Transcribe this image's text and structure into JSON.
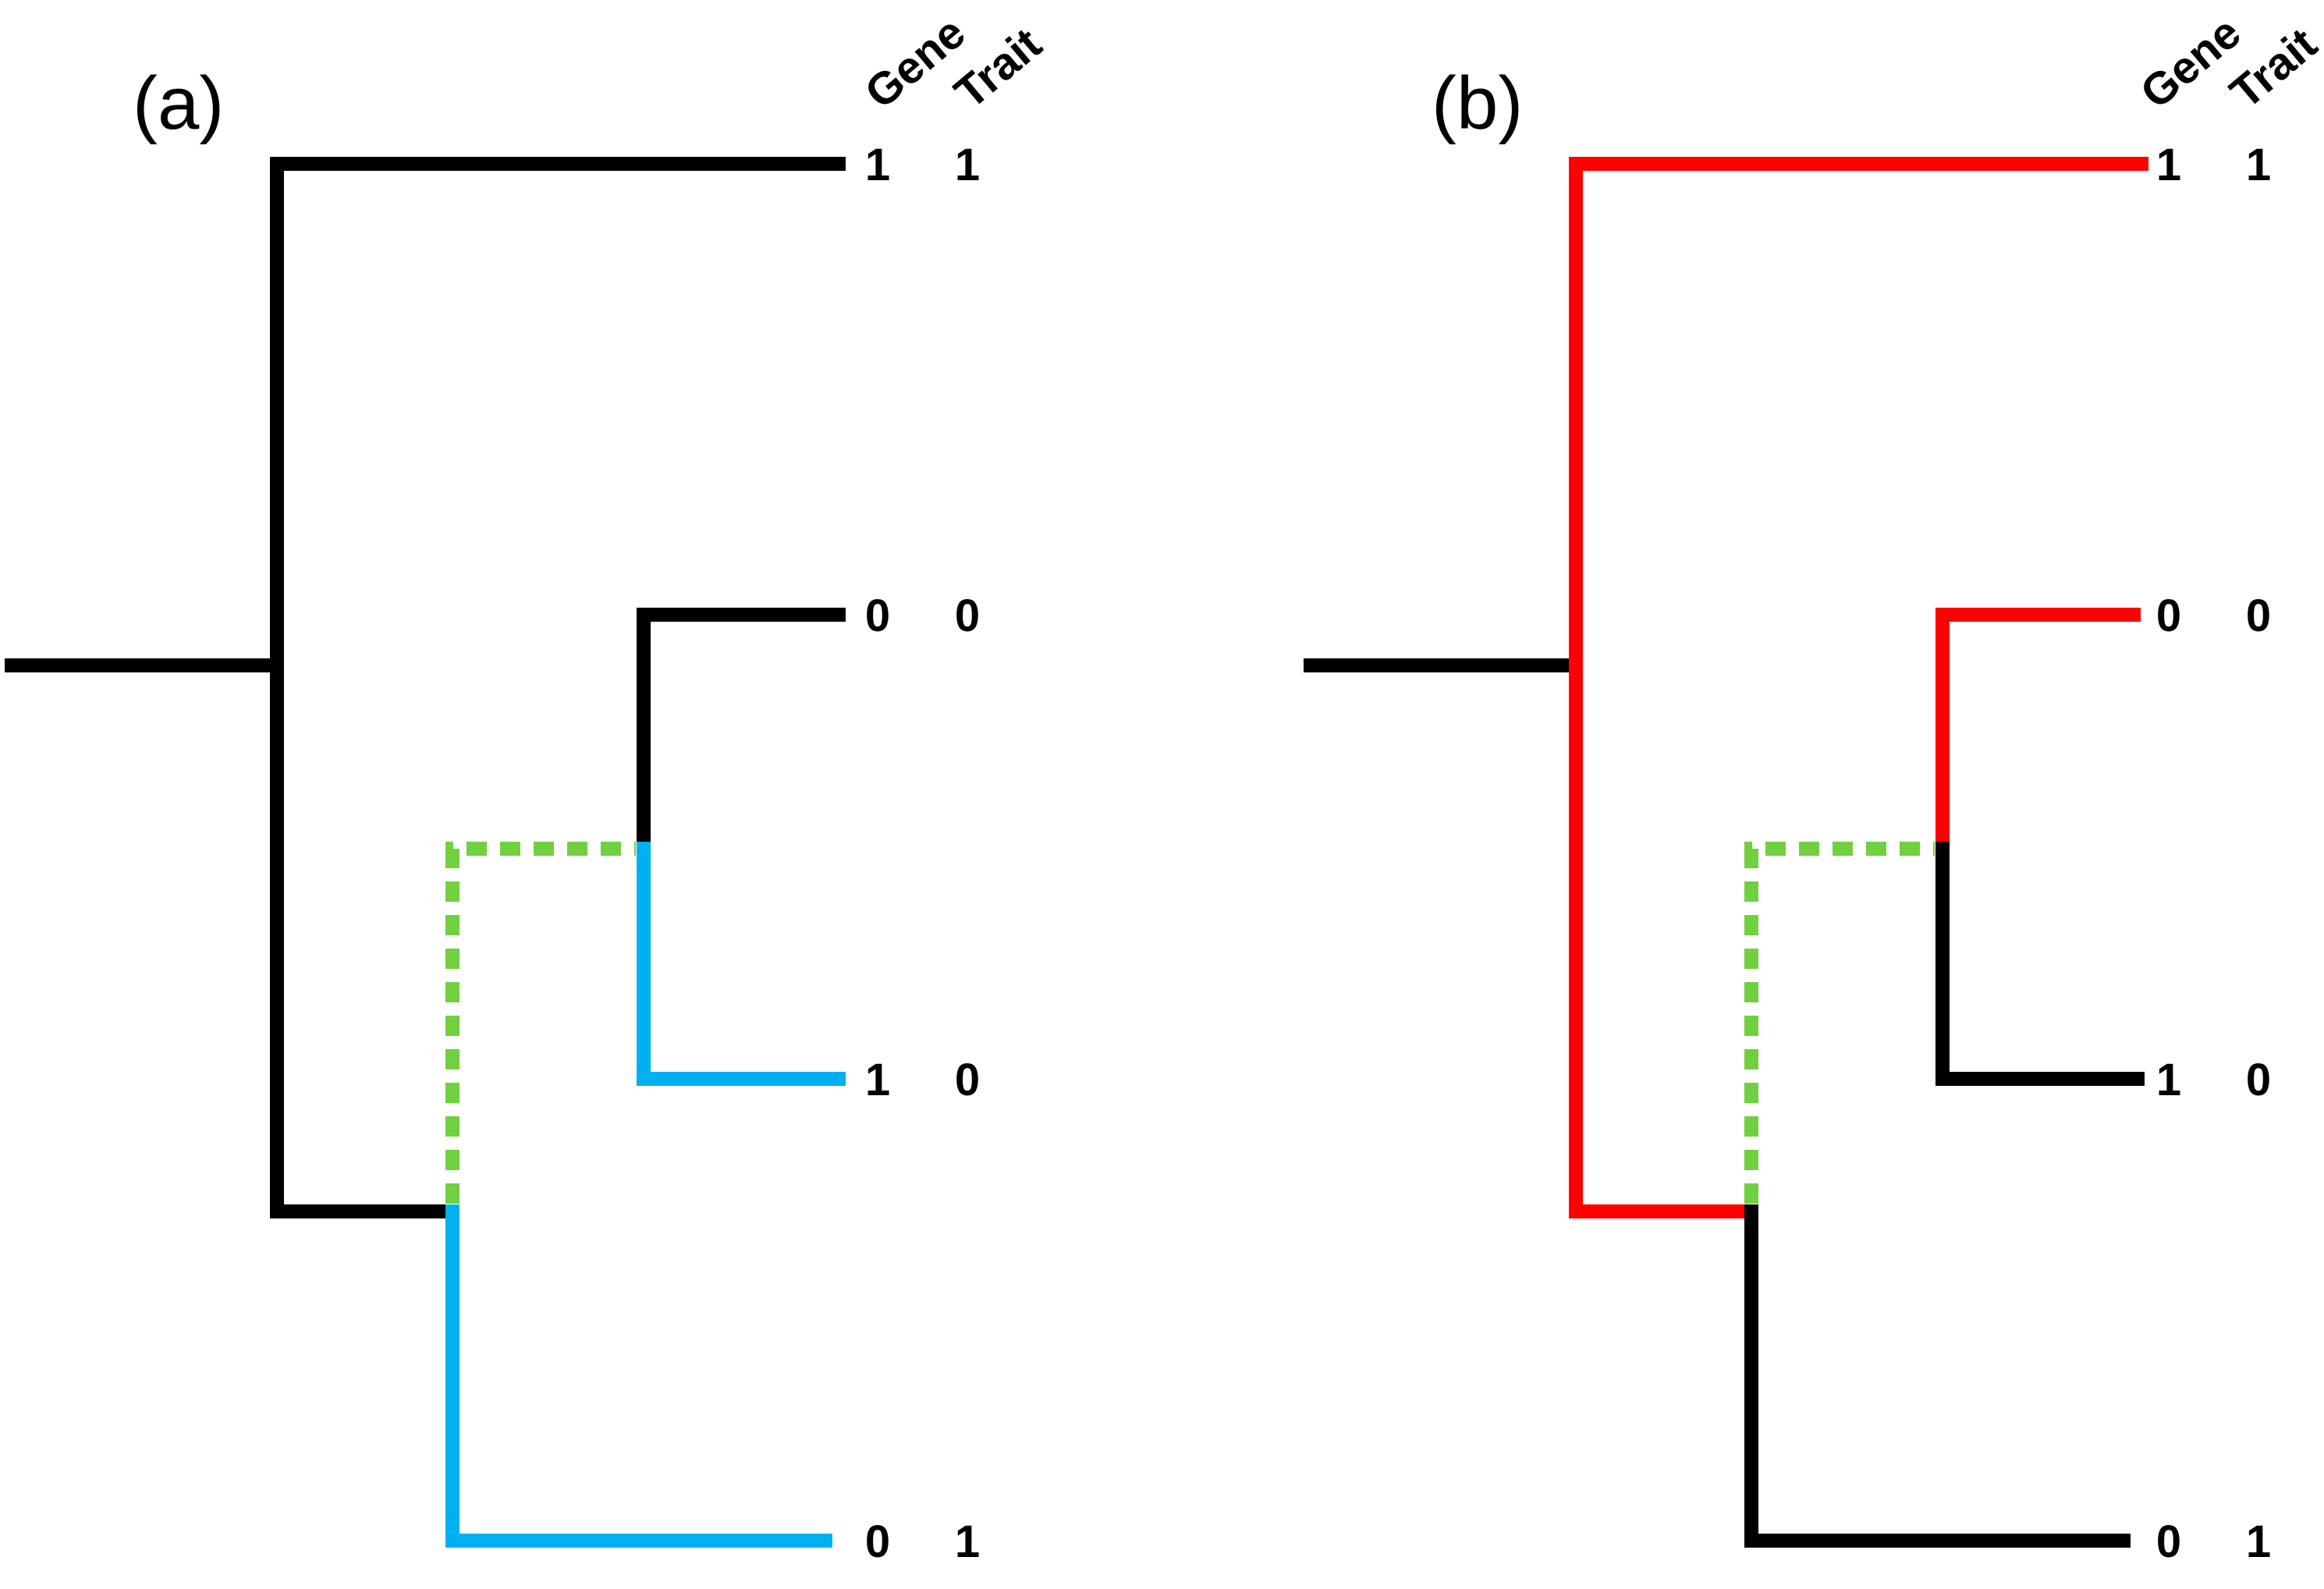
{
  "colors": {
    "black": "#000000",
    "blue": "#00b0f0",
    "red": "#ff0000",
    "green_dashed": "#70d040"
  },
  "column_headers": {
    "gene": "Gene",
    "trait": "Trait"
  },
  "panels": [
    {
      "label": "(a)",
      "tips": [
        {
          "gene": "1",
          "trait": "1"
        },
        {
          "gene": "0",
          "trait": "0"
        },
        {
          "gene": "1",
          "trait": "0"
        },
        {
          "gene": "0",
          "trait": "1"
        }
      ],
      "branch_colors": {
        "root": "black",
        "main_vertical": "black",
        "tip1": "black",
        "inner_stub": "black",
        "inner_vertical_lower": "blue",
        "tip4": "blue",
        "sub_vertical_upper": "black",
        "tip2": "black",
        "sub_vertical_lower": "blue",
        "tip3": "blue",
        "transfer": "green_dashed"
      }
    },
    {
      "label": "(b)",
      "tips": [
        {
          "gene": "1",
          "trait": "1"
        },
        {
          "gene": "0",
          "trait": "0"
        },
        {
          "gene": "1",
          "trait": "0"
        },
        {
          "gene": "0",
          "trait": "1"
        }
      ],
      "branch_colors": {
        "root": "black",
        "main_vertical": "red",
        "tip1": "red",
        "inner_stub": "red",
        "inner_vertical_lower": "black",
        "tip4": "black",
        "sub_vertical_upper": "red",
        "tip2": "red",
        "sub_vertical_lower": "black",
        "tip3": "black",
        "transfer": "green_dashed"
      }
    }
  ]
}
